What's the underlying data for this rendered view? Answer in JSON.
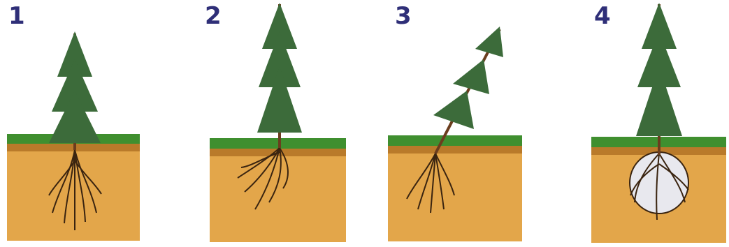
{
  "steps": [
    {
      "number": "1",
      "tree": "upright-seedling-roots-spread"
    },
    {
      "number": "2",
      "tree": "upright-seedling-roots-bent"
    },
    {
      "number": "3",
      "tree": "tilted-seedling"
    },
    {
      "number": "4",
      "tree": "upright-seedling-roots-balled"
    }
  ],
  "colors": {
    "number": "#2f2f78",
    "soil": "#e3a64a",
    "soil_dark": "#b97a2a",
    "grass": "#3f8f2f",
    "needles": "#3c6b3a",
    "trunk": "#6b3d1e",
    "roots": "#3a2410",
    "burlap": "#e8e8ee"
  }
}
